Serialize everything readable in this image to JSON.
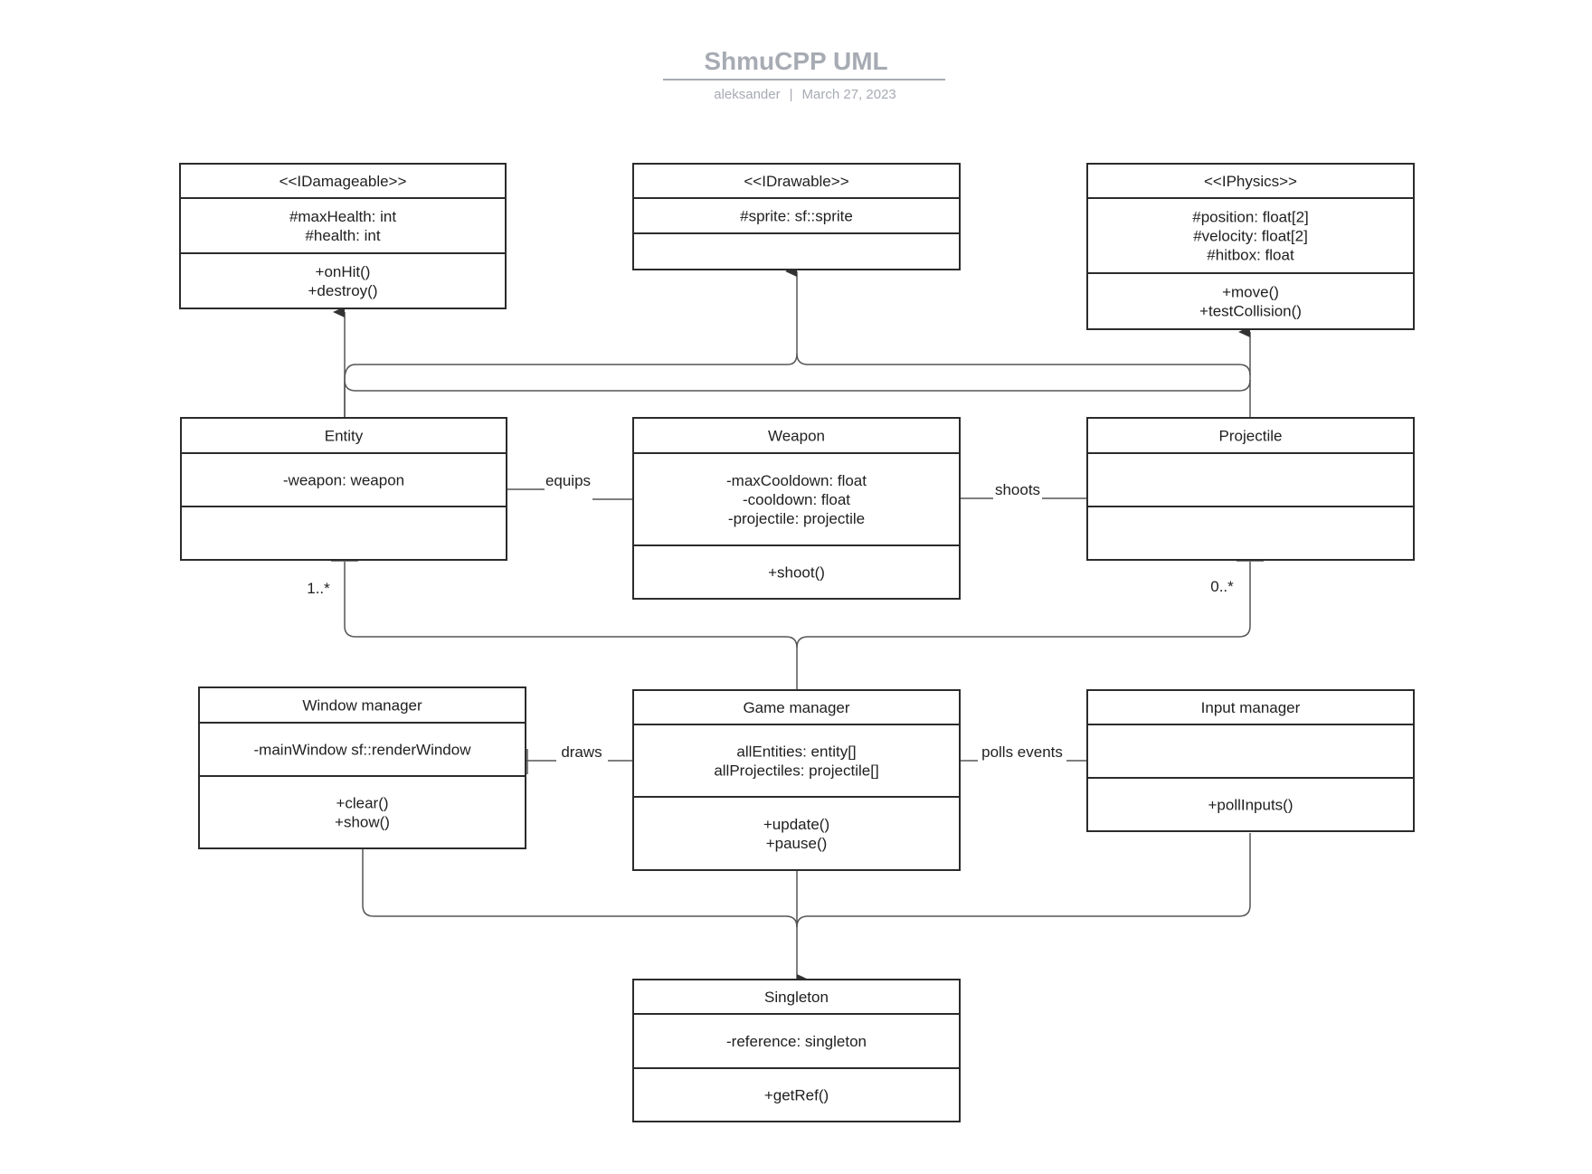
{
  "header": {
    "title": "ShmuCPP UML",
    "author": "aleksander",
    "separator": "|",
    "date": "March 27, 2023"
  },
  "classes": [
    {
      "id": "idamageable",
      "name": "<<IDamageable>>",
      "attributes": [
        "#maxHealth: int",
        "#health: int"
      ],
      "methods": [
        "+onHit()",
        "+destroy()"
      ]
    },
    {
      "id": "idrawable",
      "name": "<<IDrawable>>",
      "attributes": [
        "#sprite: sf::sprite"
      ],
      "methods": []
    },
    {
      "id": "iphysics",
      "name": "<<IPhysics>>",
      "attributes": [
        "#position: float[2]",
        "#velocity: float[2]",
        "#hitbox: float"
      ],
      "methods": [
        "+move()",
        "+testCollision()"
      ]
    },
    {
      "id": "entity",
      "name": "Entity",
      "attributes": [
        "-weapon: weapon"
      ],
      "methods": []
    },
    {
      "id": "weapon",
      "name": "Weapon",
      "attributes": [
        "-maxCooldown: float",
        "-cooldown: float",
        "-projectile: projectile"
      ],
      "methods": [
        "+shoot()"
      ]
    },
    {
      "id": "projectile",
      "name": "Projectile",
      "attributes": [],
      "methods": []
    },
    {
      "id": "windowmanager",
      "name": "Window manager",
      "attributes": [
        "-mainWindow sf::renderWindow"
      ],
      "methods": [
        "+clear()",
        "+show()"
      ]
    },
    {
      "id": "gamemanager",
      "name": "Game manager",
      "attributes": [
        "allEntities: entity[]",
        "allProjectiles: projectile[]"
      ],
      "methods": [
        "+update()",
        "+pause()"
      ]
    },
    {
      "id": "inputmanager",
      "name": "Input manager",
      "attributes": [],
      "methods": [
        "+pollInputs()"
      ]
    },
    {
      "id": "singleton",
      "name": "Singleton",
      "attributes": [
        "-reference: singleton"
      ],
      "methods": [
        "+getRef()"
      ]
    }
  ],
  "relationships": [
    {
      "id": "equips",
      "from": "entity",
      "to": "weapon",
      "label": "equips"
    },
    {
      "id": "shoots",
      "from": "weapon",
      "to": "projectile",
      "label": "shoots"
    },
    {
      "id": "draws",
      "from": "gamemanager",
      "to": "windowmanager",
      "label": "draws"
    },
    {
      "id": "polls",
      "from": "gamemanager",
      "to": "inputmanager",
      "label": "polls events"
    },
    {
      "id": "entity-mult",
      "from": "gamemanager",
      "to": "entity",
      "label": "1..*"
    },
    {
      "id": "projectile-mult",
      "from": "gamemanager",
      "to": "projectile",
      "label": "0..*"
    },
    {
      "id": "inherit-damageable",
      "from": "entity",
      "to": "idamageable",
      "label": ""
    },
    {
      "id": "inherit-drawable",
      "from": "entity",
      "to": "idrawable",
      "label": ""
    },
    {
      "id": "inherit-physics",
      "from": "projectile",
      "to": "iphysics",
      "label": ""
    },
    {
      "id": "inherit-singleton",
      "from": "gamemanager",
      "to": "singleton",
      "label": ""
    }
  ],
  "colors": {
    "header_text": "#a7abb3",
    "box_stroke": "#2b2b2b",
    "connector": "#555555",
    "text": "#1f1f1f"
  }
}
